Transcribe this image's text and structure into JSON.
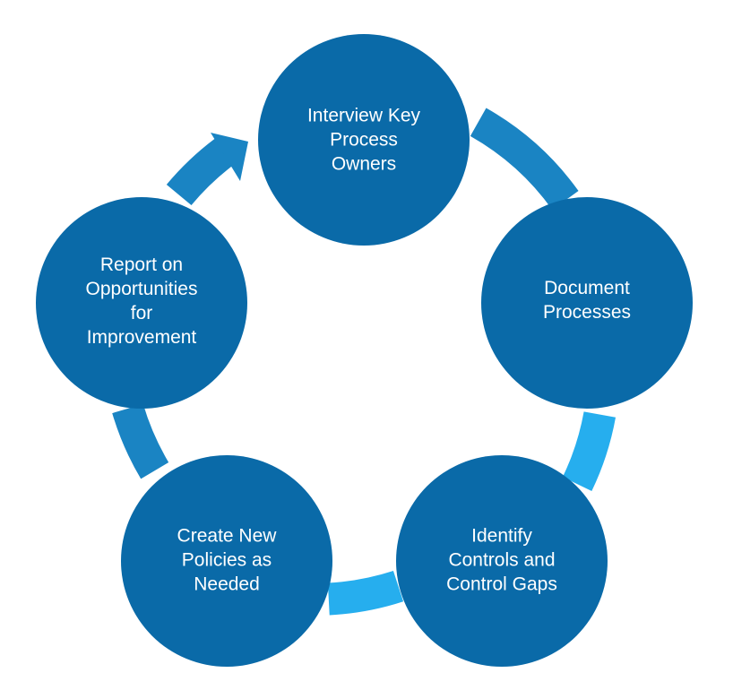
{
  "colors": {
    "node": "#0a6aa8",
    "connector_dark": "#1a84c3",
    "connector_light": "#26aeee",
    "text": "#ffffff",
    "background": "#ffffff"
  },
  "nodes": [
    {
      "id": "interview",
      "lines": [
        "Interview Key",
        "Process",
        "Owners"
      ]
    },
    {
      "id": "document",
      "lines": [
        "Document",
        "Processes"
      ]
    },
    {
      "id": "identify",
      "lines": [
        "Identify",
        "Controls and",
        "Control Gaps"
      ]
    },
    {
      "id": "create",
      "lines": [
        "Create New",
        "Policies as",
        "Needed"
      ]
    },
    {
      "id": "report",
      "lines": [
        "Report on",
        "Opportunities",
        "for",
        "Improvement"
      ]
    }
  ]
}
